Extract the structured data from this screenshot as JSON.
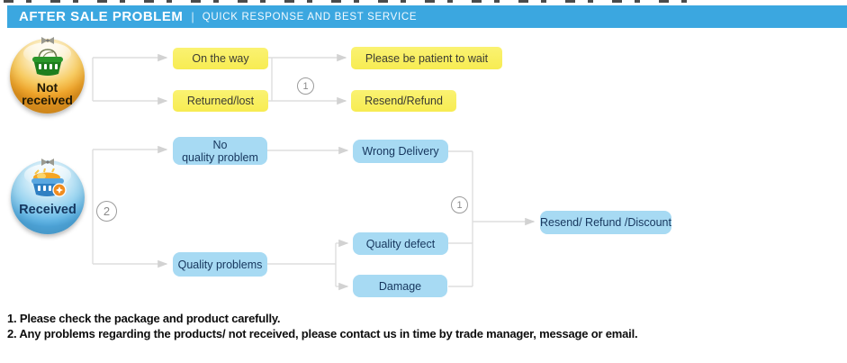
{
  "header": {
    "title": "AFTER SALE PROBLEM",
    "divider": "|",
    "subtitle": "QUICK RESPONSE AND BEST SERVICE"
  },
  "flow": {
    "not_received": "Not\nreceived",
    "received": "Received",
    "on_the_way": "On the way",
    "returned_lost": "Returned/lost",
    "please_wait": "Please be patient to wait",
    "resend_refund": "Resend/Refund",
    "no_quality_problem": "No\nquality problem",
    "quality_problems": "Quality problems",
    "wrong_delivery": "Wrong Delivery",
    "quality_defect": "Quality defect",
    "damage": "Damage",
    "resolution": "Resend/ Refund /Discount",
    "step1": "1",
    "step2": "2"
  },
  "footer": {
    "note1": "1. Please check the package and product carefully.",
    "note2": "2. Any problems regarding the products/ not received, please contact us in time by trade manager, message or email."
  },
  "colors": {
    "header_bar": "#3BA7E0",
    "yellow_node": "#F8ED5C",
    "blue_node": "#A7DAF3",
    "connector": "#DEDEDE",
    "sphere_not_received": "#EEA42B",
    "sphere_received": "#5FB8E8",
    "footer_text": "#0d0d0d"
  }
}
